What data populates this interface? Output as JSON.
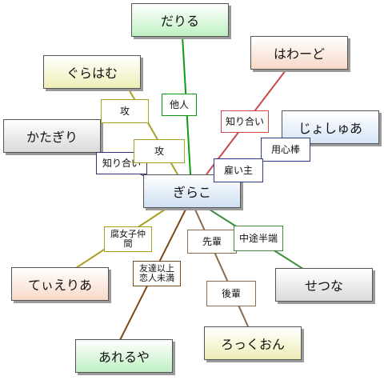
{
  "nodes": {
    "center": {
      "label": "ぎらこ",
      "fill": "#cfe0f3"
    },
    "dariru": {
      "label": "だりる",
      "fill": "#bff0c2"
    },
    "hawado": {
      "label": "はわーど",
      "fill": "#f8d9c8"
    },
    "guraham": {
      "label": "ぐらはむ",
      "fill": "#eeeeb6"
    },
    "katagiri": {
      "label": "かたぎり",
      "fill": "#dadada"
    },
    "josyua": {
      "label": "じょしゅあ",
      "fill": "#d6e5f6"
    },
    "tieria": {
      "label": "てぃえりあ",
      "fill": "#f8d9c8"
    },
    "setsuna": {
      "label": "せつな",
      "fill": "#dadada"
    },
    "areruya": {
      "label": "あれるや",
      "fill": "#bff0c2"
    },
    "rokkuon": {
      "label": "ろっくおん",
      "fill": "#eeeeb6"
    }
  },
  "edges": {
    "dariru": {
      "label": "他人",
      "color": "#109a10"
    },
    "hawado": {
      "label": "知り合い",
      "color": "#c94848"
    },
    "guraham": {
      "label": "攻",
      "color": "#a8a020"
    },
    "katagiri": {
      "label": "知り合い",
      "color": "#303080"
    },
    "guraham_back": {
      "label": "攻",
      "color": "#a8a020"
    },
    "josyua": {
      "label": "用心棒",
      "color": "#2f3b8a"
    },
    "josyua_back": {
      "label": "雇い主",
      "color": "#2f3b8a"
    },
    "tieria": {
      "label": "腐女子仲間",
      "color": "#a8a020"
    },
    "areruya": {
      "label": "友達以上恋人未満",
      "color": "#7a4b1a"
    },
    "rokkuon": {
      "label": "先輩",
      "color": "#8a6a4a"
    },
    "rokkuon_back": {
      "label": "後輩",
      "color": "#8a6a4a"
    },
    "setsuna": {
      "label": "中途半端",
      "color": "#3c8c3c"
    }
  }
}
